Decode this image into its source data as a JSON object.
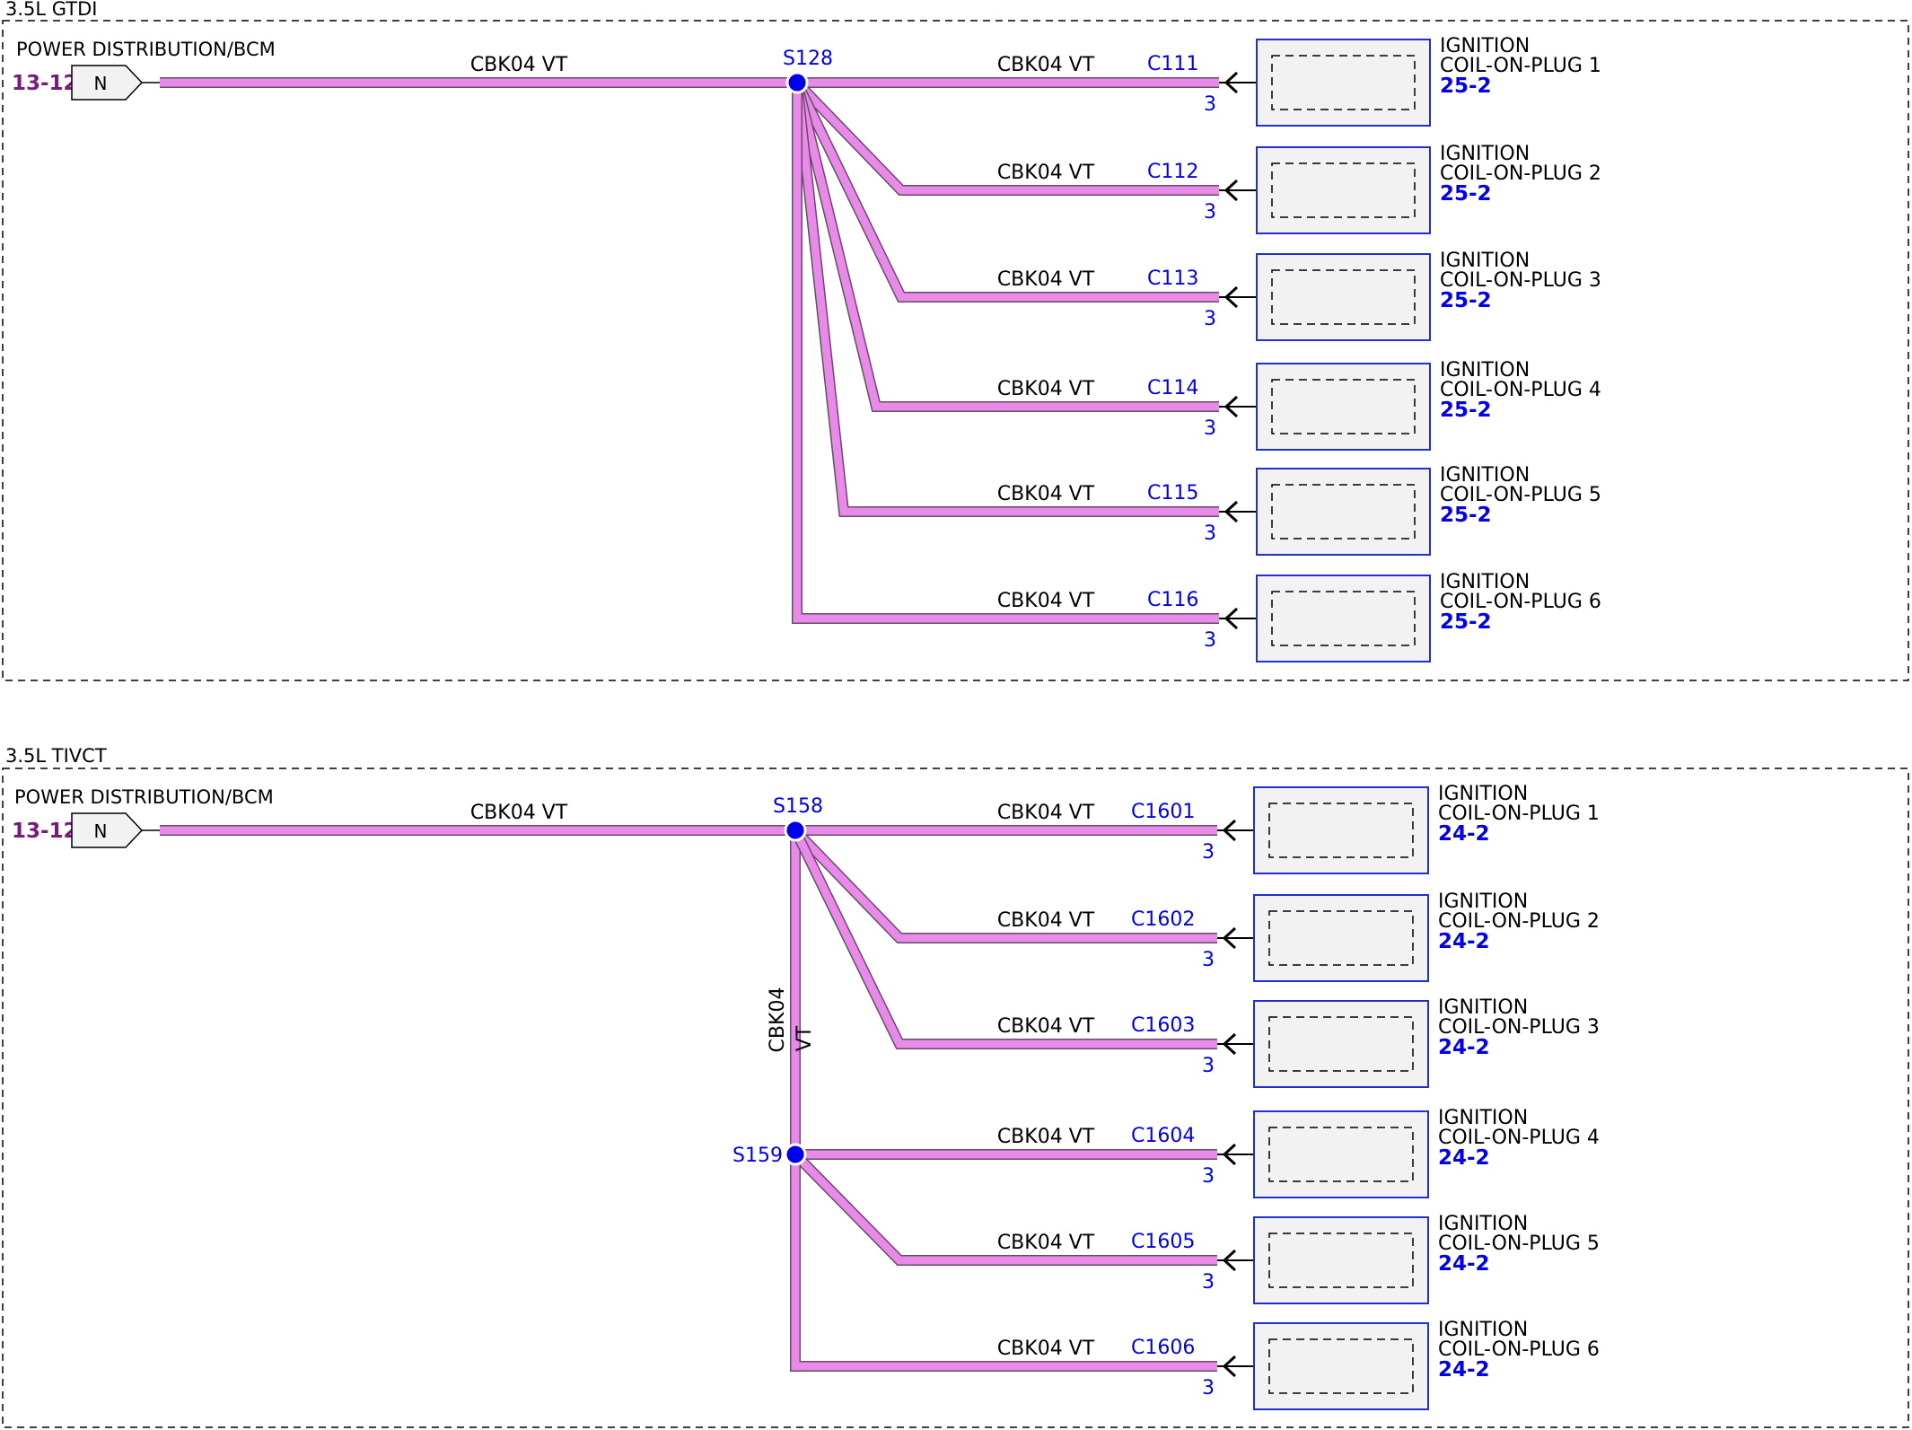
{
  "colors": {
    "wire_fill": "#e88ae8",
    "wire_edge": "#6a4a6a",
    "connector": "#0000ee",
    "splice": "#0000ee",
    "source_ref": "#7a1a7a",
    "component_fill": "#f2f2f2",
    "component_border": "#1f2fd0"
  },
  "sections": [
    {
      "title": "3.5L GTDI",
      "source": {
        "label": "POWER DISTRIBUTION/BCM",
        "ref": "13-12",
        "tag": "N"
      },
      "main_wire": {
        "circuit": "CBK04",
        "color": "VT"
      },
      "splices": [
        {
          "id": "S128"
        }
      ],
      "vertical_label": {
        "circuit": "",
        "color": ""
      },
      "branches": [
        {
          "circuit": "CBK04",
          "color": "VT",
          "connector": "C111",
          "pin": "3",
          "name1": "IGNITION",
          "name2": "COIL-ON-PLUG 1",
          "ref": "25-2"
        },
        {
          "circuit": "CBK04",
          "color": "VT",
          "connector": "C112",
          "pin": "3",
          "name1": "IGNITION",
          "name2": "COIL-ON-PLUG 2",
          "ref": "25-2"
        },
        {
          "circuit": "CBK04",
          "color": "VT",
          "connector": "C113",
          "pin": "3",
          "name1": "IGNITION",
          "name2": "COIL-ON-PLUG 3",
          "ref": "25-2"
        },
        {
          "circuit": "CBK04",
          "color": "VT",
          "connector": "C114",
          "pin": "3",
          "name1": "IGNITION",
          "name2": "COIL-ON-PLUG 4",
          "ref": "25-2"
        },
        {
          "circuit": "CBK04",
          "color": "VT",
          "connector": "C115",
          "pin": "3",
          "name1": "IGNITION",
          "name2": "COIL-ON-PLUG 5",
          "ref": "25-2"
        },
        {
          "circuit": "CBK04",
          "color": "VT",
          "connector": "C116",
          "pin": "3",
          "name1": "IGNITION",
          "name2": "COIL-ON-PLUG 6",
          "ref": "25-2"
        }
      ]
    },
    {
      "title": "3.5L TIVCT",
      "source": {
        "label": "POWER DISTRIBUTION/BCM",
        "ref": "13-12",
        "tag": "N"
      },
      "main_wire": {
        "circuit": "CBK04",
        "color": "VT"
      },
      "splices": [
        {
          "id": "S158"
        },
        {
          "id": "S159"
        }
      ],
      "vertical_label": {
        "circuit": "CBK04",
        "color": "VT"
      },
      "branches": [
        {
          "circuit": "CBK04",
          "color": "VT",
          "connector": "C1601",
          "pin": "3",
          "name1": "IGNITION",
          "name2": "COIL-ON-PLUG 1",
          "ref": "24-2"
        },
        {
          "circuit": "CBK04",
          "color": "VT",
          "connector": "C1602",
          "pin": "3",
          "name1": "IGNITION",
          "name2": "COIL-ON-PLUG 2",
          "ref": "24-2"
        },
        {
          "circuit": "CBK04",
          "color": "VT",
          "connector": "C1603",
          "pin": "3",
          "name1": "IGNITION",
          "name2": "COIL-ON-PLUG 3",
          "ref": "24-2"
        },
        {
          "circuit": "CBK04",
          "color": "VT",
          "connector": "C1604",
          "pin": "3",
          "name1": "IGNITION",
          "name2": "COIL-ON-PLUG 4",
          "ref": "24-2"
        },
        {
          "circuit": "CBK04",
          "color": "VT",
          "connector": "C1605",
          "pin": "3",
          "name1": "IGNITION",
          "name2": "COIL-ON-PLUG 5",
          "ref": "24-2"
        },
        {
          "circuit": "CBK04",
          "color": "VT",
          "connector": "C1606",
          "pin": "3",
          "name1": "IGNITION",
          "name2": "COIL-ON-PLUG 6",
          "ref": "24-2"
        }
      ]
    }
  ]
}
